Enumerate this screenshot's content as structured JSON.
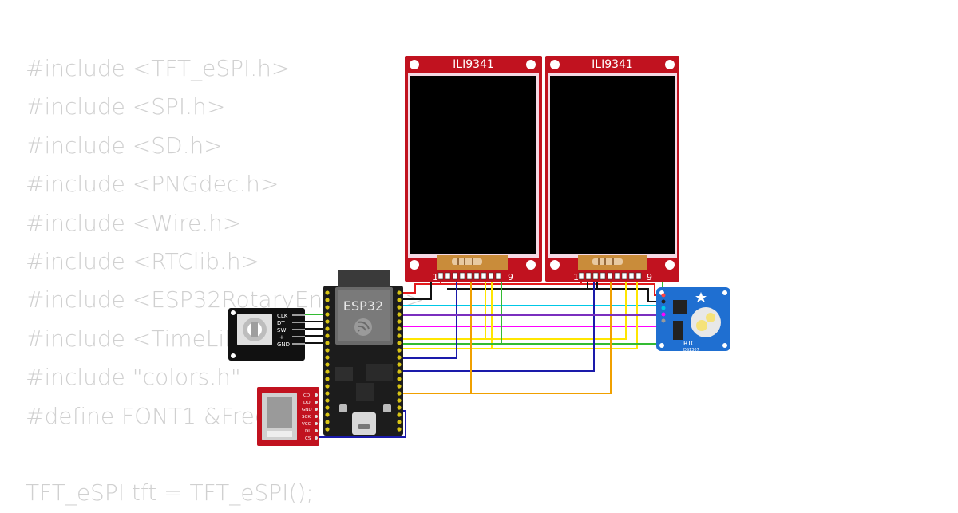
{
  "code": {
    "lines": [
      "#include <TFT_eSPI.h>",
      "#include <SPI.h>",
      "#include <SD.h>",
      "#include <PNGdec.h>",
      "#include <Wire.h>",
      "#include <RTClib.h>",
      "#include <ESP32RotaryEncoder.h>",
      "#include <TimeLib.h>",
      "#include \"colors.h\"",
      "#define FONT1 &FreeSans9pt7b"
    ],
    "last_line": "TFT_eSPI tft = TFT_eSPI();"
  },
  "components": {
    "display_left": {
      "label": "ILI9341",
      "pin_first": "1",
      "pin_last": "9"
    },
    "display_right": {
      "label": "ILI9341",
      "pin_first": "1",
      "pin_last": "9"
    },
    "esp32": {
      "label": "ESP32"
    },
    "encoder": {
      "pins": [
        "CLK",
        "DT",
        "SW",
        "+",
        "GND"
      ]
    },
    "sd_card": {
      "pins": [
        "CD",
        "DO",
        "GND",
        "SCK",
        "VCC",
        "DI",
        "CS"
      ]
    },
    "rtc": {
      "label": "RTC",
      "chip": "DS1307"
    }
  },
  "colors": {
    "pcb_red": "#c1121f",
    "screen": "#000000",
    "esp_board": "#1c1c1c",
    "rtc_blue": "#1f6fd1",
    "wires": [
      "#e31a1c",
      "#111111",
      "#00c8e6",
      "#ff00ff",
      "#ffe600",
      "#33bb33",
      "#1a1aaa",
      "#f0a000"
    ]
  }
}
